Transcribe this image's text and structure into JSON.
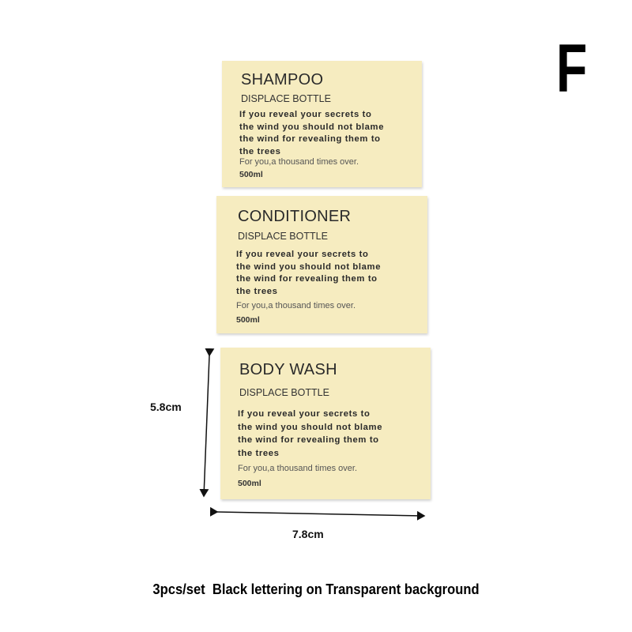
{
  "variant_letter": "F",
  "labels": [
    {
      "title": "SHAMPOO",
      "subtitle": "DISPLACE BOTTLE",
      "body": [
        "If you reveal your secrets to",
        "the wind you should not blame",
        "the wind for revealing them to",
        "the trees"
      ],
      "tagline": "For you,a thousand times over.",
      "volume": "500ml"
    },
    {
      "title": "CONDITIONER",
      "subtitle": "DISPLACE BOTTLE",
      "body": [
        "If you reveal your secrets to",
        "the wind you should not blame",
        "the wind for revealing them to",
        "the trees"
      ],
      "tagline": "For you,a thousand times over.",
      "volume": "500ml"
    },
    {
      "title": "BODY WASH",
      "subtitle": "DISPLACE BOTTLE",
      "body": [
        "If you reveal your secrets to",
        "the wind you should not blame",
        "the wind for revealing them to",
        "the trees"
      ],
      "tagline": "For you,a thousand times over.",
      "volume": "500ml"
    }
  ],
  "dimensions": {
    "height": "5.8cm",
    "width": "7.8cm"
  },
  "caption": "3pcs/set  Black lettering on Transparent background",
  "colors": {
    "label": "#f6ecc0",
    "text": "#222222"
  }
}
